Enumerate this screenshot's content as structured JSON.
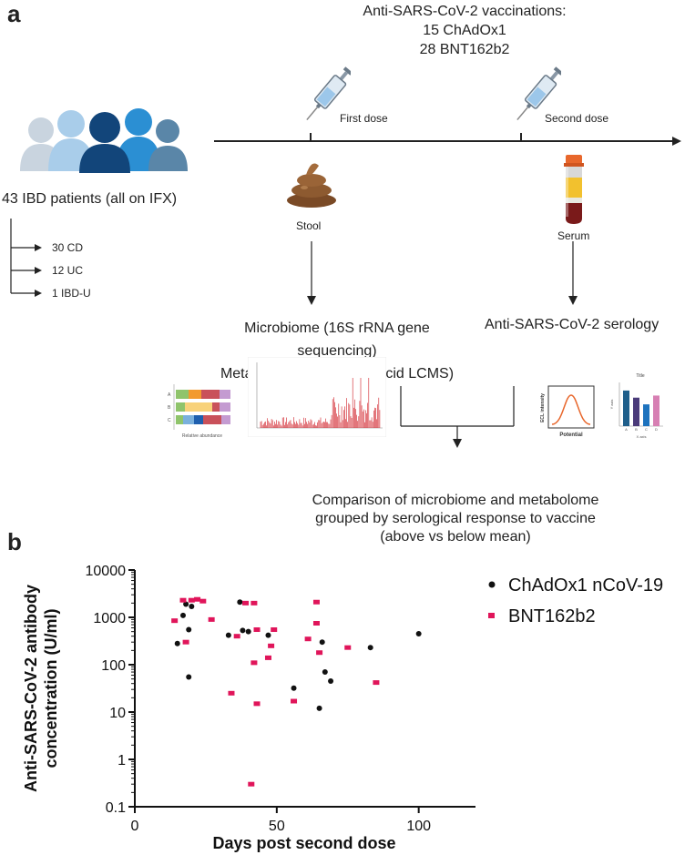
{
  "panel_a": {
    "letter": "a",
    "vaccinations_title": "Anti-SARS-CoV-2 vaccinations:",
    "vaccinations_line1": "15 ChAdOx1",
    "vaccinations_line2": "28 BNT162b2",
    "first_dose_label": "First dose",
    "second_dose_label": "Second dose",
    "patients_label": "43 IBD patients (all on IFX)",
    "subgroups": [
      "30 CD",
      "12 UC",
      "1 IBD-U"
    ],
    "stool_label": "Stool",
    "serum_label": "Serum",
    "microbiome_line1": "Microbiome (16S rRNA gene sequencing)",
    "microbiome_line2": "Metabolome (NMR, bile acid LCMS)",
    "serology_label": "Anti-SARS-CoV-2 serology",
    "comparison_line1": "Comparison of microbiome and metabolome",
    "comparison_line2": "grouped by serological response to vaccine",
    "comparison_line3": "(above vs below mean)",
    "thumb_bar_rows": [
      "A",
      "B",
      "C"
    ],
    "thumb_bar_xlabel": "Relative abundance",
    "thumb_ecl_ylabel": "ECL intensity",
    "thumb_ecl_xlabel": "Potential",
    "thumb_col_title": "Title",
    "thumb_col_categories": [
      "A",
      "B",
      "C",
      "D"
    ],
    "thumb_col_xlabel": "X axis",
    "thumb_col_ylabel": "Y axis",
    "thumb_col_values": [
      0.85,
      0.68,
      0.52,
      0.73
    ],
    "thumb_col_colors": [
      "#1f5f8b",
      "#4b3b7a",
      "#1e73be",
      "#d77fb3"
    ]
  },
  "panel_b": {
    "letter": "b",
    "colors": {
      "chadox1": "#111111",
      "bnt": "#e0155a"
    }
  },
  "chart_data": {
    "type": "scatter",
    "title": "",
    "xlabel": "Days post second dose",
    "ylabel_line1": "Anti-SARS-CoV-2 antibody",
    "ylabel_line2": "concentration (U/ml)",
    "xlim": [
      0,
      120
    ],
    "ylim": [
      0.1,
      10000
    ],
    "y_scale": "log",
    "x_ticks": [
      0,
      50,
      100
    ],
    "y_ticks": [
      0.1,
      1,
      10,
      100,
      1000,
      10000
    ],
    "y_tick_labels": [
      "0.1",
      "1",
      "10",
      "100",
      "1000",
      "10000"
    ],
    "legend_position": "top-right",
    "series": [
      {
        "name": "ChAdOx1 nCoV-19",
        "marker": "circle",
        "color": "#111111",
        "points": [
          [
            15,
            280
          ],
          [
            17,
            1100
          ],
          [
            18,
            1900
          ],
          [
            19,
            550
          ],
          [
            19,
            55
          ],
          [
            20,
            1700
          ],
          [
            33,
            420
          ],
          [
            37,
            2100
          ],
          [
            38,
            530
          ],
          [
            40,
            500
          ],
          [
            47,
            420
          ],
          [
            56,
            32
          ],
          [
            65,
            12
          ],
          [
            66,
            300
          ],
          [
            67,
            70
          ],
          [
            69,
            45
          ],
          [
            83,
            230
          ],
          [
            100,
            450
          ]
        ]
      },
      {
        "name": "BNT162b2",
        "marker": "square",
        "color": "#e0155a",
        "points": [
          [
            14,
            850
          ],
          [
            17,
            2300
          ],
          [
            18,
            300
          ],
          [
            20,
            2300
          ],
          [
            22,
            2400
          ],
          [
            24,
            2200
          ],
          [
            27,
            900
          ],
          [
            34,
            25
          ],
          [
            36,
            400
          ],
          [
            39,
            2000
          ],
          [
            41,
            0.3
          ],
          [
            42,
            2000
          ],
          [
            42,
            110
          ],
          [
            43,
            15
          ],
          [
            43,
            550
          ],
          [
            47,
            140
          ],
          [
            48,
            250
          ],
          [
            49,
            550
          ],
          [
            56,
            17
          ],
          [
            61,
            350
          ],
          [
            64,
            2100
          ],
          [
            64,
            750
          ],
          [
            65,
            180
          ],
          [
            75,
            230
          ],
          [
            85,
            42
          ]
        ]
      }
    ]
  }
}
